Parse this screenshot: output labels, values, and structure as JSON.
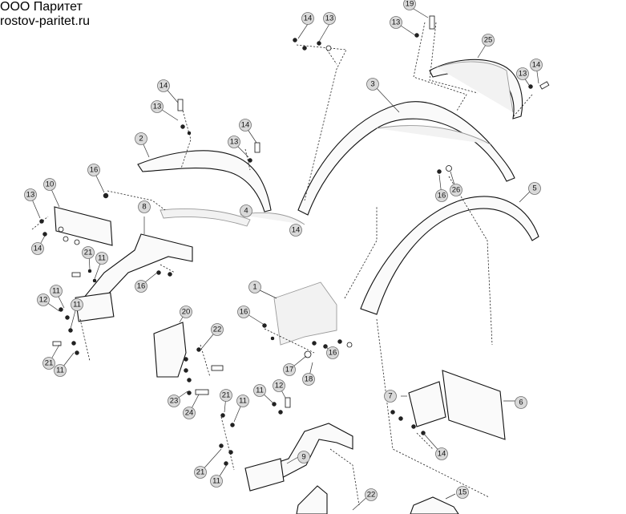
{
  "watermark": {
    "company": "ООО Паритет",
    "website": "rostov-paritet.ru"
  },
  "callouts": {
    "c1": "1",
    "c2": "2",
    "c3": "3",
    "c4": "4",
    "c5": "5",
    "c6": "6",
    "c7": "7",
    "c8": "8",
    "c9": "9",
    "c10": "10",
    "c11": "11",
    "c12": "12",
    "c13": "13",
    "c14": "14",
    "c15": "15",
    "c16": "16",
    "c17": "17",
    "c18": "18",
    "c19": "19",
    "c20": "20",
    "c21": "21",
    "c22": "22",
    "c23": "23",
    "c24": "24",
    "c25": "25",
    "c26": "26"
  }
}
